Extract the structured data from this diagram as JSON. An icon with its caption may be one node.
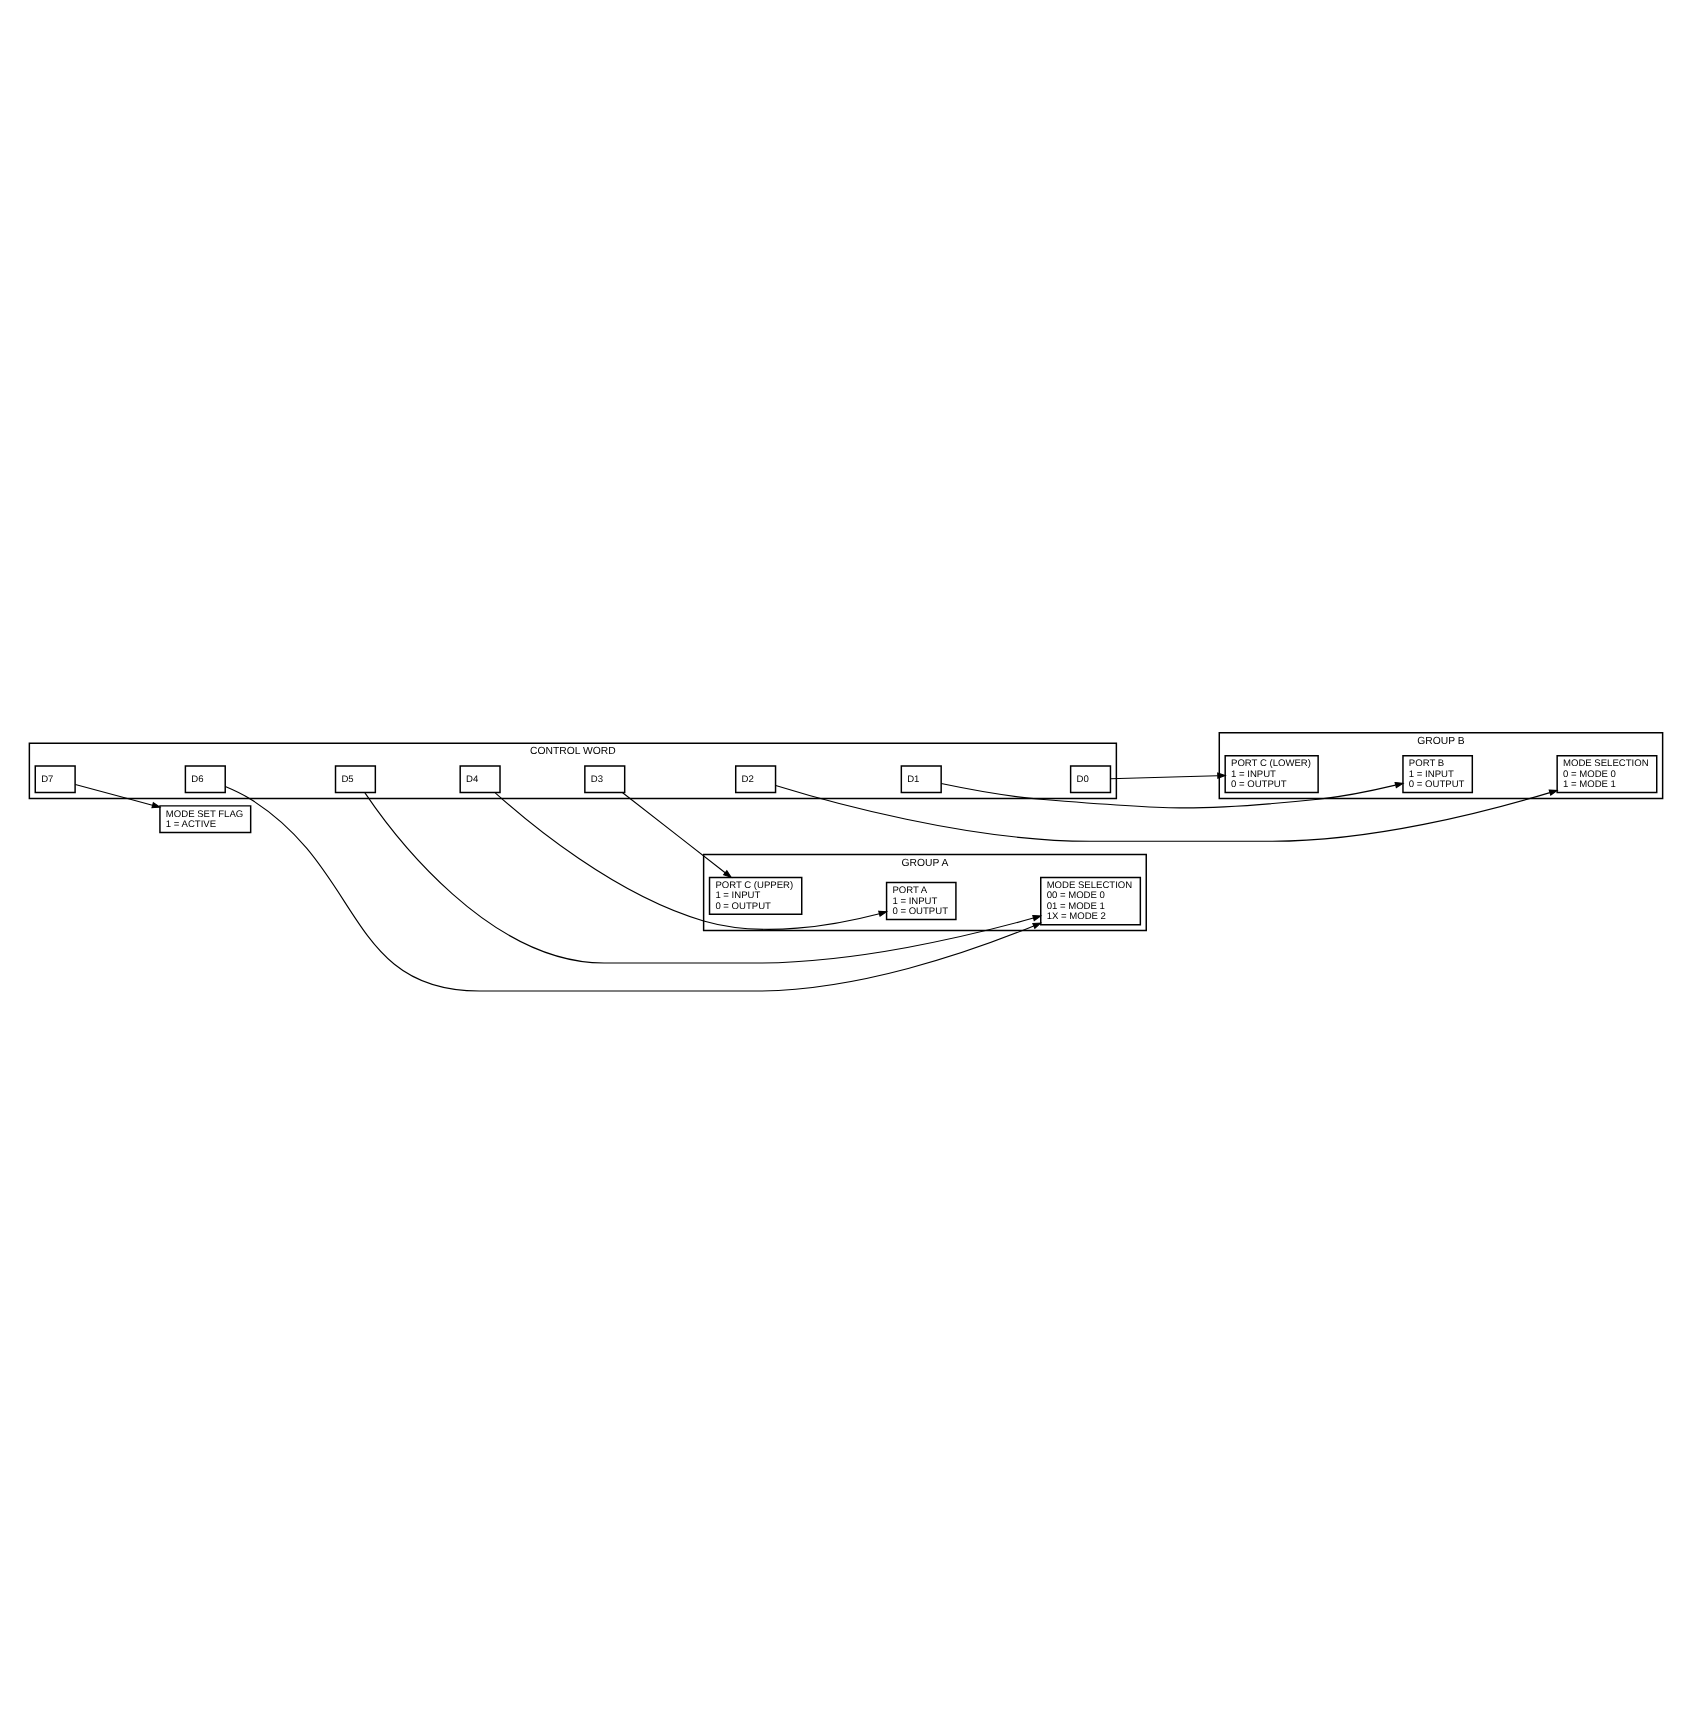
{
  "diagram": {
    "nodes": [
      {
        "text": [
          "CONTROL WORD"
        ]
      },
      {
        "text": [
          "D7"
        ],
        "in": 0
      },
      {
        "text": [
          "D6"
        ],
        "in": 0
      },
      {
        "text": [
          "D5"
        ],
        "in": 0
      },
      {
        "text": [
          "D4"
        ],
        "in": 0
      },
      {
        "text": [
          "D3"
        ],
        "in": 0
      },
      {
        "text": [
          "D2"
        ],
        "in": 0
      },
      {
        "text": [
          "D1"
        ],
        "in": 0
      },
      {
        "text": [
          "D0"
        ],
        "in": 0
      },
      {
        "text": [
          "GROUP B"
        ]
      },
      {
        "text": [
          "PORT C (LOWER)",
          "1 = INPUT",
          "0 = OUTPUT"
        ],
        "in": 9
      },
      {
        "text": [
          "PORT B",
          "1 = INPUT",
          "0 = OUTPUT"
        ],
        "in": 9
      },
      {
        "text": [
          "MODE SELECTION",
          "0 = MODE 0",
          "1 = MODE 1"
        ],
        "in": 9
      },
      {
        "text": [
          "GROUP A"
        ]
      },
      {
        "text": [
          "PORT C (UPPER)",
          "1 = INPUT",
          "0 = OUTPUT"
        ],
        "in": 13
      },
      {
        "text": [
          "PORT A",
          "1 = INPUT",
          "0 = OUTPUT"
        ],
        "in": 13
      },
      {
        "text": [
          "MODE SELECTION",
          "00 = MODE 0",
          "01 = MODE 1",
          "1X = MODE 2"
        ],
        "in": 13
      },
      {
        "text": [
          "MODE SET FLAG",
          "1 = ACTIVE"
        ]
      }
    ],
    "edges": [
      {
        "from": 8,
        "to": 10,
        "arrow": "to"
      },
      {
        "from": 7,
        "to": 11,
        "arrow": "to"
      },
      {
        "from": 6,
        "to": 12,
        "arrow": "to"
      },
      {
        "from": 5,
        "to": 14,
        "arrow": "to"
      },
      {
        "from": 4,
        "to": 15,
        "arrow": "to"
      },
      {
        "from": 2,
        "to": 16,
        "arrow": "to"
      },
      {
        "from": 3,
        "to": 16,
        "arrow": "to"
      },
      {
        "from": 1,
        "to": 17,
        "arrow": "to"
      }
    ]
  }
}
